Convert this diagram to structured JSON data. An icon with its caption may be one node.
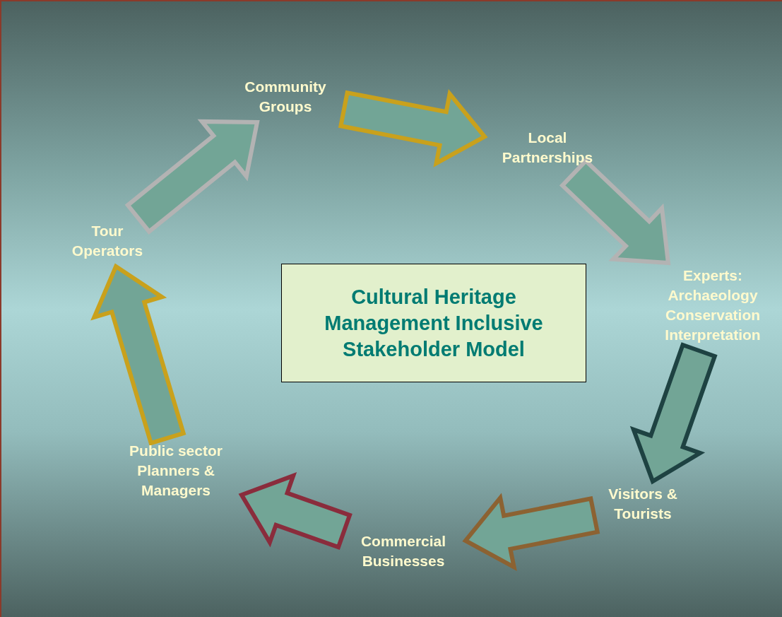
{
  "diagram": {
    "nodes": [
      {
        "text": [
          "Community Groups"
        ]
      },
      {
        "text": [
          "Local Partnerships"
        ]
      },
      {
        "text": [
          "Experts: Archaeology Conservation Interpretation"
        ]
      },
      {
        "text": [
          "Visitors & Tourists"
        ]
      },
      {
        "text": [
          "Commercial Businesses"
        ]
      },
      {
        "text": [
          "Public sector Planners & Managers"
        ]
      },
      {
        "text": [
          "Tour Operators"
        ]
      },
      {
        "text": [
          "Cultural Heritage Management Inclusive Stakeholder Model"
        ]
      }
    ],
    "edges": [
      {
        "from": 0,
        "to": 1,
        "arrow": "to",
        "style": "thick",
        "color": "#c9a11c"
      },
      {
        "from": 1,
        "to": 2,
        "arrow": "to",
        "style": "thick",
        "color": "#b3b3b3"
      },
      {
        "from": 2,
        "to": 3,
        "arrow": "to",
        "style": "thick",
        "color": "#1e4242"
      },
      {
        "from": 3,
        "to": 4,
        "arrow": "to",
        "style": "thick",
        "color": "#8c6232"
      },
      {
        "from": 4,
        "to": 5,
        "arrow": "to",
        "style": "thick",
        "color": "#8a2c3c"
      },
      {
        "from": 5,
        "to": 6,
        "arrow": "to",
        "style": "thick",
        "color": "#c9a11c"
      },
      {
        "from": 6,
        "to": 0,
        "arrow": "to",
        "style": "thick",
        "color": "#b3b3b3"
      }
    ]
  }
}
